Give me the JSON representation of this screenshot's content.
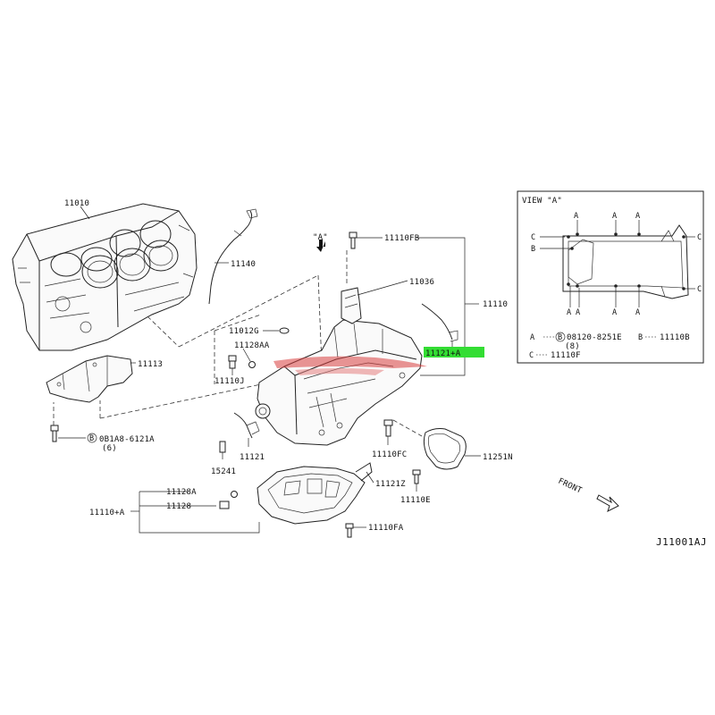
{
  "labels": {
    "p11010": "11010",
    "p11140": "11140",
    "p11113": "11113",
    "bolt_a": "0B1A8-6121A",
    "bolt_a_qty": "(6)",
    "view_a_marker": "\"A\"",
    "p11110FB": "11110FB",
    "p11036": "11036",
    "p11110": "11110",
    "p11012G": "11012G",
    "p11128AA": "11128AA",
    "p11110J": "11110J",
    "p11121A": "11121+A",
    "p15241": "15241",
    "p11121": "11121",
    "p11110FC": "11110FC",
    "p11251N": "11251N",
    "p11110E": "11110E",
    "p11121Z": "11121Z",
    "p11128A": "11128A",
    "p11128": "11128",
    "p11110A": "11110+A",
    "p11110FA": "11110FA",
    "front": "FRONT",
    "diagram_id": "J11001AJ"
  },
  "view_a": {
    "title": "VIEW \"A\"",
    "marks": {
      "a": "A",
      "b": "B",
      "c": "C"
    },
    "legend": {
      "a_key": "A",
      "a_part": "08120-8251E",
      "a_qty": "(8)",
      "b_key": "B",
      "b_part": "11110B",
      "c_key": "C",
      "c_part": "11110F"
    }
  },
  "colors": {
    "highlight": "#33dd33",
    "ink": "#222222",
    "watermark": "#d94040"
  }
}
